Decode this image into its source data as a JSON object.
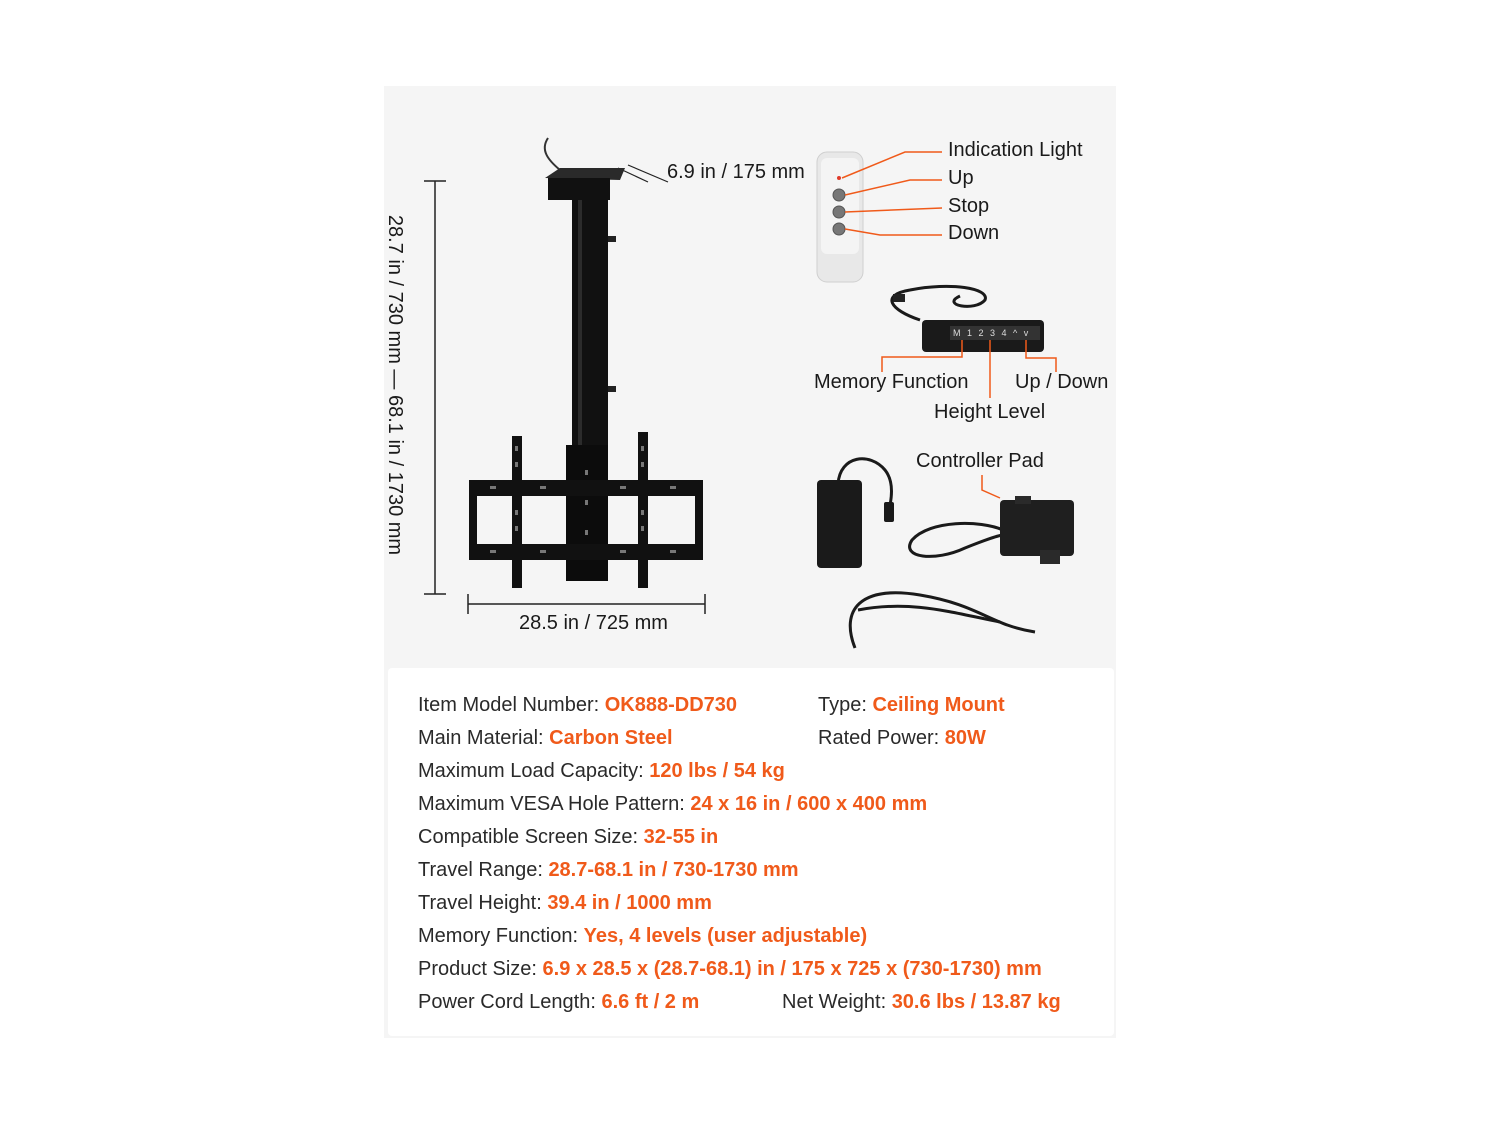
{
  "diagram": {
    "width_label": "6.9 in / 175 mm",
    "height_label": "28.7 in / 730 mm — 68.1 in / 1730 mm",
    "bracket_width_label": "28.5 in / 725 mm",
    "remote_buttons": [
      "Indication Light",
      "Up",
      "Stop",
      "Down"
    ],
    "handset_labels": {
      "memory": "Memory Function",
      "updown": "Up / Down",
      "height": "Height Level",
      "keys": "M 1 2 3 4 ^ v"
    },
    "controller_label": "Controller Pad",
    "accent_color": "#f05a1a"
  },
  "specs": {
    "model": {
      "label": "Item Model Number:",
      "value": "OK888-DD730"
    },
    "type": {
      "label": "Type:",
      "value": "Ceiling Mount"
    },
    "material": {
      "label": "Main Material:",
      "value": "Carbon Steel"
    },
    "power": {
      "label": "Rated Power:",
      "value": "80W"
    },
    "load": {
      "label": "Maximum Load Capacity:",
      "value": "120 lbs / 54 kg"
    },
    "vesa": {
      "label": "Maximum VESA Hole Pattern:",
      "value": "24 x 16 in / 600 x 400 mm"
    },
    "screen": {
      "label": "Compatible Screen Size:",
      "value": "32-55 in"
    },
    "range": {
      "label": "Travel Range:",
      "value": "28.7-68.1 in / 730-1730 mm"
    },
    "travel_height": {
      "label": "Travel Height:",
      "value": "39.4 in / 1000 mm"
    },
    "memory": {
      "label": "Memory Function:",
      "value": "Yes, 4 levels (user adjustable)"
    },
    "size": {
      "label": "Product Size:",
      "value": "6.9 x 28.5 x (28.7-68.1) in / 175 x 725 x (730-1730) mm"
    },
    "cord": {
      "label": "Power Cord Length:",
      "value": "6.6 ft / 2 m"
    },
    "weight": {
      "label": "Net Weight:",
      "value": "30.6 lbs / 13.87 kg"
    }
  }
}
